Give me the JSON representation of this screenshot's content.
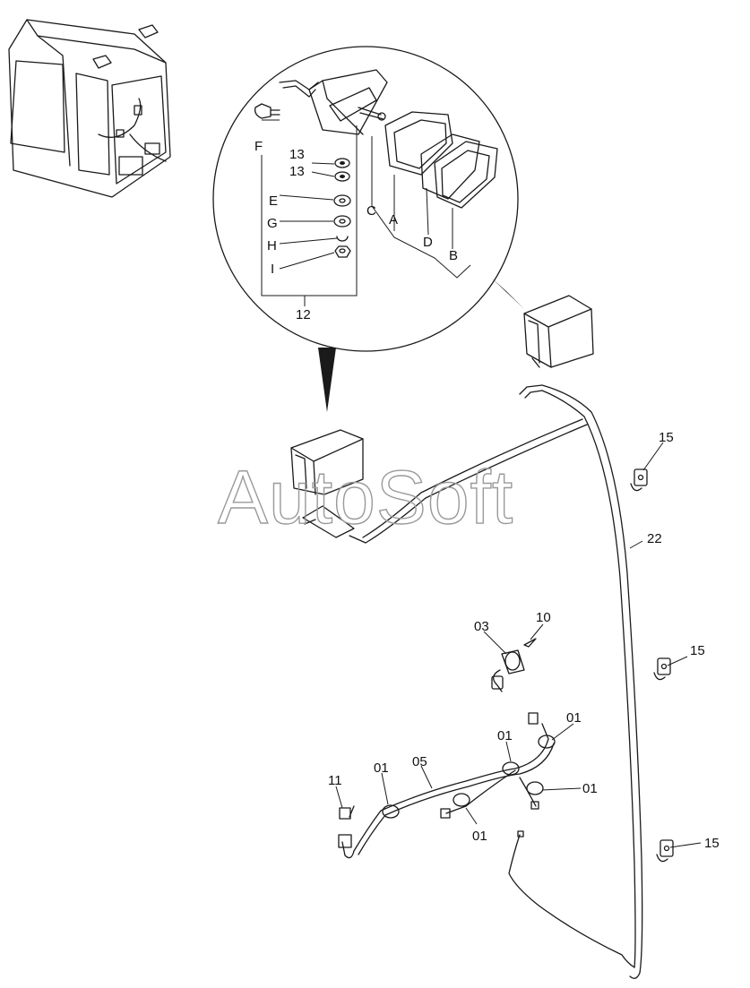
{
  "watermark": "AutoSoft",
  "callouts": {
    "F": "F",
    "E": "E",
    "G": "G",
    "H": "H",
    "I": "I",
    "C": "C",
    "A": "A",
    "D": "D",
    "B": "B",
    "n13a": "13",
    "n13b": "13",
    "n12": "12",
    "n15a": "15",
    "n15b": "15",
    "n15c": "15",
    "n22": "22",
    "n03": "03",
    "n10": "10",
    "n11": "11",
    "n01a": "01",
    "n01b": "01",
    "n01c": "01",
    "n01d": "01",
    "n01e": "01",
    "n05": "05"
  }
}
